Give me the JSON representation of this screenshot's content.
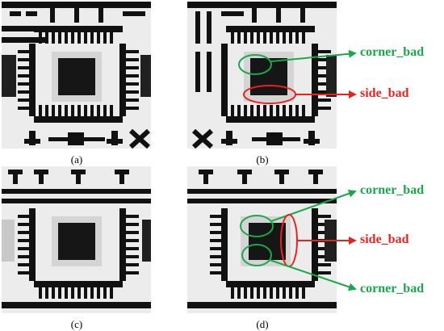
{
  "panels": [
    {
      "id": "a",
      "caption": "(a)"
    },
    {
      "id": "b",
      "caption": "(b)"
    },
    {
      "id": "c",
      "caption": "(c)"
    },
    {
      "id": "d",
      "caption": "(d)"
    }
  ],
  "annotations": {
    "b_corner": "corner_bad",
    "b_side": "side_bad",
    "d_corner_top": "corner_bad",
    "d_side": "side_bad",
    "d_corner_bottom": "corner_bad"
  },
  "colors": {
    "corner": "#1aa84a",
    "side": "#e8231f",
    "pattern_dark": "#111111",
    "pattern_light": "#e6e6e6"
  }
}
